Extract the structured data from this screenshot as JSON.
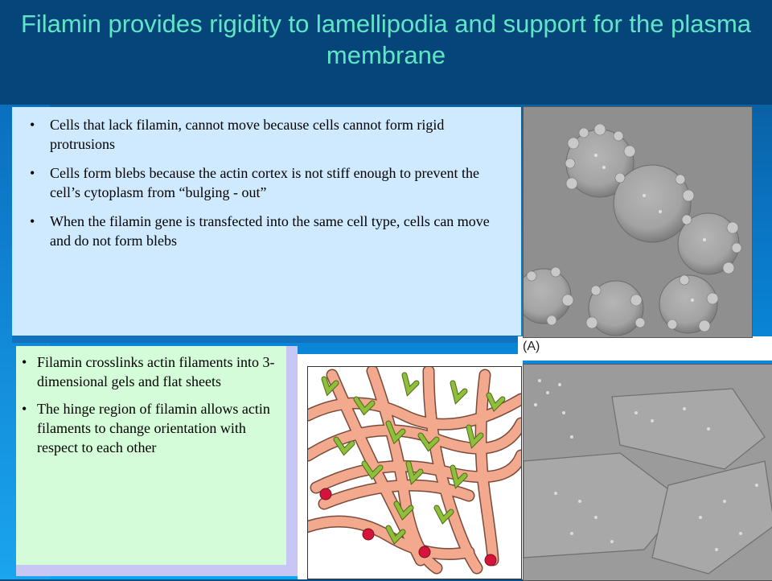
{
  "slide": {
    "title": "Filamin provides rigidity to lamellipodia and support for the plasma membrane"
  },
  "top_box": {
    "bullets": [
      "Cells that lack filamin, cannot move because cells cannot form rigid protrusions",
      "Cells form blebs because the actin cortex is not stiff enough to prevent the cell’s cytoplasm from “bulging - out”",
      "When the filamin gene is transfected into the same cell type, cells can move and do not form blebs"
    ]
  },
  "bottom_box": {
    "bullets": [
      "Filamin crosslinks actin filaments into 3-dimensional gels and flat sheets",
      "The hinge region of filamin allows actin filaments to change orientation with respect to each other"
    ]
  },
  "figure": {
    "panel_label": "(A)"
  },
  "colors": {
    "title_text": "#5fe6c6",
    "title_bar": "#064579",
    "top_box_bg": "#cfeafe",
    "bottom_box_bg": "#d5fcd8",
    "actin": "#f2a98d",
    "filamin": "#8fbf3a",
    "filament_end": "#d4143a"
  }
}
